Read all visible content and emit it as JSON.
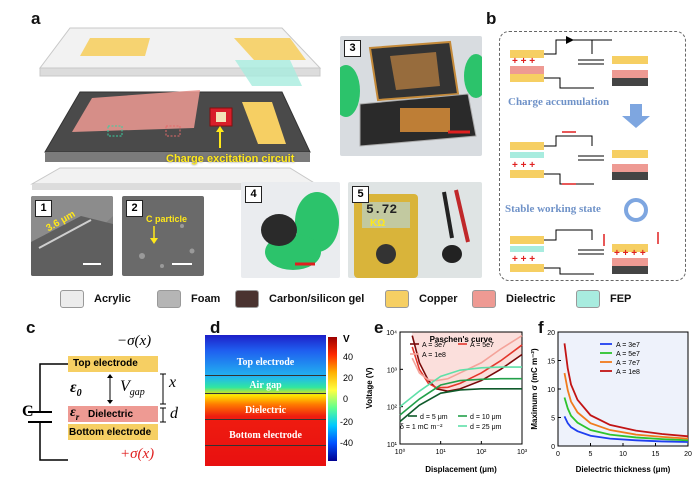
{
  "panel_labels": [
    "a",
    "b",
    "c",
    "d",
    "e",
    "f"
  ],
  "panel_a": {
    "inset_numbers": [
      "1",
      "2",
      "3",
      "4",
      "5"
    ],
    "charge_circuit_label": "Charge excitation circuit",
    "sem1_label": "3.6 μm",
    "sem2_label": "C particle",
    "multimeter_value": "5.72",
    "multimeter_unit": "KΩ"
  },
  "panel_b": {
    "charge_accumulation": "Charge accumulation",
    "stable_state": "Stable working state"
  },
  "legend": [
    {
      "label": "Acrylic",
      "color": "#ececec"
    },
    {
      "label": "Foam",
      "color": "#b5b5b5"
    },
    {
      "label": "Carbon/silicon gel",
      "color": "#4a3330"
    },
    {
      "label": "Copper",
      "color": "#f6cf63"
    },
    {
      "label": "Dielectric",
      "color": "#ee9a93"
    },
    {
      "label": "FEP",
      "color": "#a8ecdf"
    }
  ],
  "panel_c": {
    "neg_sigma": "−σ(x)",
    "pos_sigma": "+σ(x)",
    "top_electrode": "Top electrode",
    "epsilon0": "ε",
    "epsilon0_sub": "0",
    "vgap": "V",
    "vgap_sub": "gap",
    "x_label": "x",
    "epsr": "ε",
    "epsr_sub": "r",
    "dielectric": "Dielectric",
    "d_label": "d",
    "bottom_electrode": "Bottom electrode",
    "capacitor": "C"
  },
  "panel_d": {
    "layers": [
      "Top electrode",
      "Air gap",
      "Dielectric",
      "Bottom electrode"
    ],
    "colorbar_title": "V",
    "colorbar_ticks": [
      "40",
      "20",
      "0",
      "-20",
      "-40"
    ]
  },
  "colors": {
    "blue_arrow": "#7ea6e0",
    "red": "#e02020",
    "yellow_text": "#ffe81a"
  },
  "chart_data": [
    {
      "type": "line",
      "panel": "e",
      "xlabel": "Displacement (μm)",
      "ylabel": "Voltage (V)",
      "xscale": "log",
      "yscale": "log",
      "xlim": [
        1,
        1000
      ],
      "ylim": [
        10,
        10000
      ],
      "x_ticks": [
        "10⁰",
        "10¹",
        "10²",
        "10³"
      ],
      "y_ticks": [
        "10¹",
        "10²",
        "10³",
        "10⁴"
      ],
      "annotation": "Paschen's curve",
      "legend_top": [
        "A = 3e7",
        "A = 5e7",
        "A = 1e8"
      ],
      "legend_bottom": [
        "d = 5 μm",
        "d = 10 μm",
        "δ = 1 mC m⁻²",
        "d = 25 μm"
      ],
      "series": [
        {
          "name": "A = 3e7",
          "color": "#7a0a0a",
          "x": [
            2,
            3,
            5,
            8,
            15,
            30,
            100,
            300,
            1000
          ],
          "y": [
            8000,
            1500,
            500,
            300,
            260,
            300,
            500,
            1000,
            2500
          ]
        },
        {
          "name": "A = 5e7",
          "color": "#e4372c",
          "x": [
            2,
            3,
            5,
            8,
            15,
            30,
            100,
            300,
            1000
          ],
          "y": [
            4000,
            1000,
            420,
            320,
            330,
            420,
            800,
            1700,
            4500
          ]
        },
        {
          "name": "A = 1e8",
          "color": "#f4a39a",
          "x": [
            2,
            3,
            5,
            8,
            15,
            30,
            100,
            300,
            1000
          ],
          "y": [
            2000,
            800,
            520,
            500,
            560,
            800,
            1500,
            3500,
            8000
          ]
        },
        {
          "name": "d = 5 μm",
          "color": "#0f5a2a",
          "x": [
            1,
            3,
            10,
            30,
            100,
            300,
            1000
          ],
          "y": [
            40,
            110,
            230,
            280,
            300,
            300,
            300
          ]
        },
        {
          "name": "d = 10 μm",
          "color": "#23a04a",
          "x": [
            1,
            3,
            10,
            30,
            100,
            300,
            1000
          ],
          "y": [
            60,
            160,
            380,
            500,
            540,
            560,
            560
          ]
        },
        {
          "name": "d = 25 μm",
          "color": "#5fe0a8",
          "x": [
            1,
            3,
            10,
            30,
            100,
            300,
            1000
          ],
          "y": [
            100,
            260,
            650,
            950,
            1100,
            1150,
            1150
          ]
        }
      ]
    },
    {
      "type": "line",
      "panel": "f",
      "xlabel": "Dielectric thickness (μm)",
      "ylabel": "Maximum σ (mC m⁻²)",
      "xlim": [
        0,
        20
      ],
      "ylim": [
        0,
        20
      ],
      "x_ticks": [
        "0",
        "5",
        "10",
        "15",
        "20"
      ],
      "y_ticks": [
        "0",
        "5",
        "10",
        "15",
        "20"
      ],
      "series": [
        {
          "name": "A = 3e7",
          "color": "#1f3ff0",
          "x": [
            1,
            1.5,
            2,
            3,
            5,
            8,
            12,
            16,
            20
          ],
          "y": [
            5.2,
            4.0,
            3.3,
            2.6,
            1.8,
            1.3,
            1.0,
            0.8,
            0.7
          ]
        },
        {
          "name": "A = 5e7",
          "color": "#2ec42e",
          "x": [
            1,
            1.5,
            2,
            3,
            5,
            8,
            12,
            16,
            20
          ],
          "y": [
            8.5,
            6.6,
            5.3,
            4.1,
            2.8,
            2.0,
            1.5,
            1.2,
            1.0
          ]
        },
        {
          "name": "A = 7e7",
          "color": "#f07b1d",
          "x": [
            1,
            1.5,
            2,
            3,
            5,
            8,
            12,
            16,
            20
          ],
          "y": [
            12.8,
            9.8,
            7.8,
            5.9,
            4.0,
            2.8,
            2.0,
            1.6,
            1.3
          ]
        },
        {
          "name": "A = 1e8",
          "color": "#c21414",
          "x": [
            1,
            1.5,
            2,
            3,
            5,
            8,
            12,
            16,
            20
          ],
          "y": [
            18.0,
            13.6,
            10.8,
            8.1,
            5.4,
            3.7,
            2.7,
            2.1,
            1.7
          ]
        }
      ]
    }
  ]
}
